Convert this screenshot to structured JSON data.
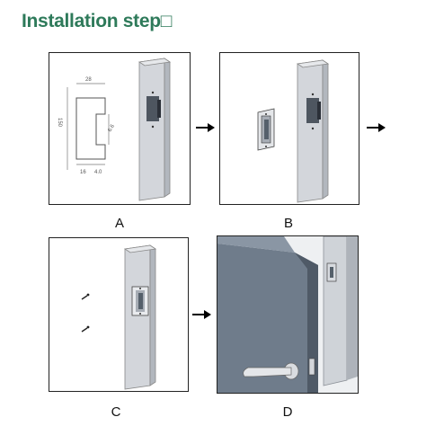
{
  "title": "Installation step□",
  "steps": {
    "a": {
      "label": "A"
    },
    "b": {
      "label": "B"
    },
    "c": {
      "label": "C"
    },
    "d": {
      "label": "D"
    }
  },
  "dimensions": {
    "top": "28",
    "height": "150",
    "side": "6.6",
    "bottom_a": "16",
    "bottom_b": "4.0"
  },
  "colors": {
    "title": "#2e7a5a",
    "frame": "#c7cbd1",
    "door": "#6f7c8b",
    "wall": "#e9ebee"
  }
}
